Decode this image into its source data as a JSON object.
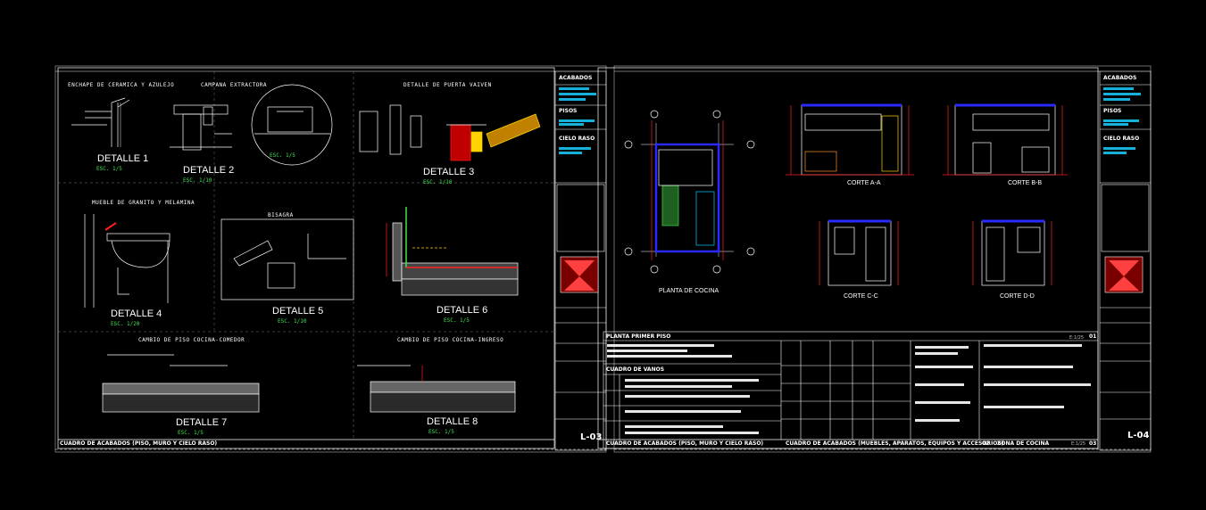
{
  "left_sheet": {
    "headings": {
      "enchape": "ENCHAPE DE CERAMICA Y AZULEJO",
      "campana": "CAMPANA EXTRACTORA",
      "puerta": "DETALLE DE PUERTA VAIVEN",
      "mueble": "MUEBLE DE GRANITO Y MELAMINA",
      "bisagra": "BISAGRA",
      "cambio_comedor": "CAMBIO DE PISO COCINA-COMEDOR",
      "cambio_ingreso": "CAMBIO DE PISO COCINA-INGRESO"
    },
    "details": [
      {
        "title": "DETALLE 1",
        "scale": "ESC. 1/5"
      },
      {
        "title": "DETALLE 2",
        "scale": "ESC. 1/10"
      },
      {
        "title": "DETALLE 3",
        "scale": "ESC. 1/10"
      },
      {
        "title": "DETALLE 4",
        "scale": "ESC. 1/20"
      },
      {
        "title": "DETALLE 5",
        "scale": "ESC. 1/10"
      },
      {
        "title": "DETALLE 6",
        "scale": "ESC. 1/5"
      },
      {
        "title": "DETALLE 7",
        "scale": "ESC. 1/5"
      },
      {
        "title": "DETALLE 8",
        "scale": "ESC. 1/5"
      }
    ],
    "circle_scale": "ESC. 1/5",
    "bottom_title": "CUADRO DE ACABADOS (PISO, MURO Y CIELO RASO)",
    "sheet_number": "L-03",
    "side_labels": {
      "acabados": "ACABADOS",
      "pisos": "PISOS",
      "cielo": "CIELO RASO"
    }
  },
  "right_sheet": {
    "plan_label": "PLANTA DE COCINA",
    "cuts": [
      "CORTE A-A",
      "CORTE B-B",
      "CORTE C-C",
      "CORTE D-D"
    ],
    "table_title": "PLANTA PRIMER PISO",
    "table_subtitle": "CUADRO DE VANOS",
    "scale_1": "E:1/25",
    "num_1": "01",
    "bottom_left_title": "CUADRO DE ACABADOS (PISO, MURO Y CIELO RASO)",
    "bottom_mid_title": "CUADRO DE ACABADOS (MUEBLES, APARATOS, EQUIPOS Y ACCESORIOS)",
    "num_2": "02",
    "bottom_right_title": "ZONA DE COCINA",
    "scale_3": "E:1/25",
    "num_3": "03",
    "sheet_number": "L-04",
    "side_labels": {
      "acabados": "ACABADOS",
      "pisos": "PISOS",
      "cielo": "CIELO RASO"
    }
  },
  "colors": {
    "background": "#000000",
    "line": "#ffffff",
    "scale_text": "#3fe24f",
    "dimension": "#ff2020",
    "wall_blue": "#2a2aff",
    "fixture": "#00d0ff",
    "accent_yellow": "#ffd400"
  }
}
